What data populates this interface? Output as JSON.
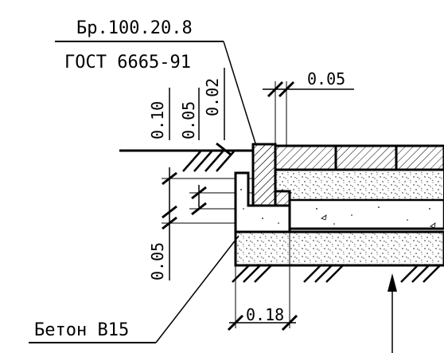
{
  "leaders": {
    "curb_type": "Бр.100.20.8",
    "standard": "ГОСТ 6665-91",
    "base_material": "Бетон B15"
  },
  "dimensions": {
    "d_010": "0.10",
    "d_005_top": "0.05",
    "d_002": "0.02",
    "d_005_right": "0.05",
    "d_005_left": "0.05",
    "d_018": "0.18"
  },
  "colors": {
    "line": "#000000",
    "background": "#ffffff"
  }
}
